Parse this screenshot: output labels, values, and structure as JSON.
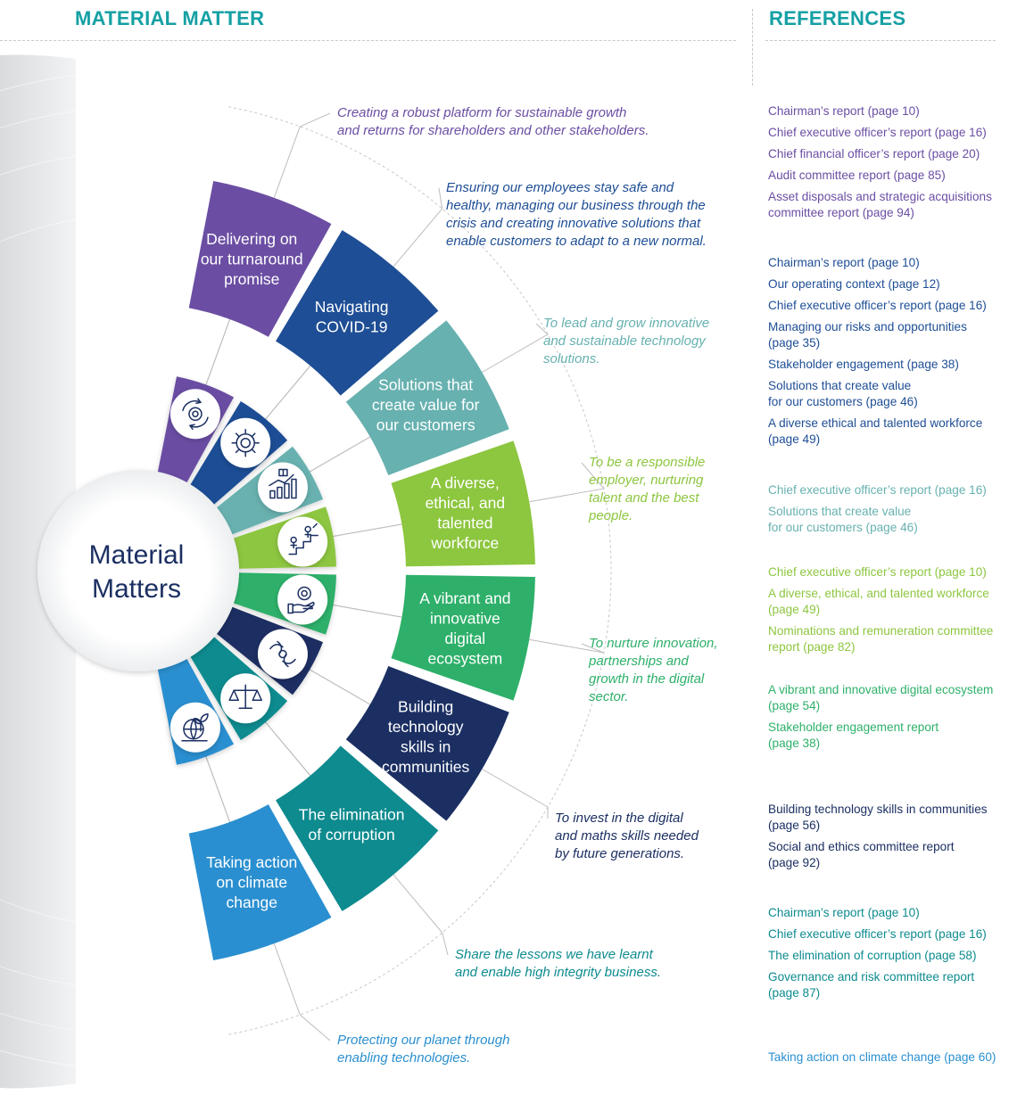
{
  "header": {
    "material_matter": "MATERIAL MATTER",
    "references": "REFERENCES"
  },
  "center_label": [
    "Material",
    "Matters"
  ],
  "matters": [
    {
      "label": [
        "Delivering on",
        "our turnaround",
        "promise"
      ],
      "color": "#6b4ea3",
      "icon": "cycle-gear-icon",
      "description": [
        "Creating a robust platform for sustainable growth",
        "and returns for shareholders and other stakeholders."
      ],
      "references": [
        [
          "Chairman’s report (page 10)"
        ],
        [
          "Chief executive officer’s report (page 16)"
        ],
        [
          "Chief financial officer’s report (page 20)"
        ],
        [
          "Audit committee report (page 85)"
        ],
        [
          "Asset disposals and strategic acquisitions",
          "committee report (page 94)"
        ]
      ]
    },
    {
      "label": [
        "Navigating",
        "COVID-19"
      ],
      "color": "#1e4e95",
      "icon": "virus-gear-icon",
      "description": [
        "Ensuring our employees stay safe and",
        "healthy, managing our business through the",
        "crisis and creating innovative solutions that",
        "enable customers to adapt to a new normal."
      ],
      "references": [
        [
          "Chairman’s report (page 10)"
        ],
        [
          "Our operating context (page 12)"
        ],
        [
          "Chief executive officer’s report (page 16)"
        ],
        [
          "Managing our risks and opportunities",
          "(page 35)"
        ],
        [
          "Stakeholder engagement (page 38)"
        ],
        [
          "Solutions that create value",
          "for our customers (page 46)"
        ],
        [
          "A diverse ethical and talented workforce",
          "(page 49)"
        ]
      ]
    },
    {
      "label": [
        "Solutions that",
        "create value for",
        "our customers"
      ],
      "color": "#67b1b0",
      "icon": "growth-chart-icon",
      "description": [
        "To lead and grow innovative",
        "and sustainable technology",
        "solutions."
      ],
      "references": [
        [
          "Chief executive officer’s report (page 16)"
        ],
        [
          "Solutions that create value",
          "for our customers (page 46)"
        ]
      ]
    },
    {
      "label": [
        "A diverse,",
        "ethical, and",
        "talented",
        "workforce"
      ],
      "color": "#8dc63f",
      "icon": "people-climb-icon",
      "description": [
        "To be a responsible",
        "employer, nurturing",
        "talent and the best",
        "people."
      ],
      "references": [
        [
          "Chief executive officer’s report (page 10)"
        ],
        [
          "A diverse, ethical, and talented workforce",
          "(page 49)"
        ],
        [
          "Nominations and remuneration committee",
          "report (page 82)"
        ]
      ]
    },
    {
      "label": [
        "A vibrant and",
        "innovative",
        "digital",
        "ecosystem"
      ],
      "color": "#2eb06a",
      "icon": "hand-innovation-icon",
      "description": [
        "To nurture innovation,",
        "partnerships and",
        "growth in the digital",
        "sector."
      ],
      "references": [
        [
          "A vibrant and innovative digital ecosystem",
          "(page 54)"
        ],
        [
          "Stakeholder engagement report",
          "(page 38)"
        ]
      ]
    },
    {
      "label": [
        "Building",
        "technology",
        "skills in",
        "communities"
      ],
      "color": "#1b2f62",
      "icon": "hands-together-icon",
      "description": [
        "To invest in the digital",
        "and maths skills needed",
        "by future generations."
      ],
      "references": [
        [
          "Building technology skills in communities",
          "(page 56)"
        ],
        [
          "Social and ethics committee report",
          "(page 92)"
        ]
      ]
    },
    {
      "label": [
        "The elimination",
        "of corruption"
      ],
      "color": "#0d8b8f",
      "icon": "scales-icon",
      "description": [
        "Share the lessons we have learnt",
        "and enable high integrity business."
      ],
      "references": [
        [
          "Chairman’s report (page 10)"
        ],
        [
          "Chief executive officer’s report (page 16)"
        ],
        [
          "The elimination of corruption (page 58)"
        ],
        [
          "Governance and risk committee report",
          "(page 87)"
        ]
      ]
    },
    {
      "label": [
        "Taking action",
        "on climate",
        "change"
      ],
      "color": "#2a8fd0",
      "icon": "globe-plant-icon",
      "description": [
        "Protecting our planet through",
        "enabling technologies."
      ],
      "references": [
        [
          "Taking action on climate change (page 60)"
        ]
      ]
    }
  ]
}
